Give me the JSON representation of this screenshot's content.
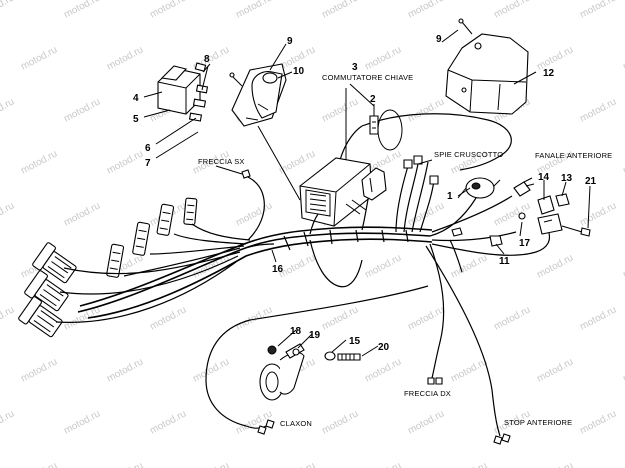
{
  "watermark": "motod.ru",
  "captions": {
    "commutatore_line1": "COMMUTATORE CHIAVE",
    "freccia_sx": "FRECCIA SX",
    "spie_cruscotto": "SPIE CRUSCOTTO",
    "fanale_anteriore": "FANALE ANTERIORE",
    "claxon": "CLAXON",
    "freccia_dx": "FRECCIA DX",
    "stop_anteriore": "STOP ANTERIORE"
  },
  "callouts": [
    "1",
    "2",
    "3",
    "4",
    "5",
    "6",
    "7",
    "8",
    "9",
    "9",
    "10",
    "11",
    "12",
    "13",
    "14",
    "15",
    "16",
    "17",
    "18",
    "19",
    "20",
    "21"
  ]
}
